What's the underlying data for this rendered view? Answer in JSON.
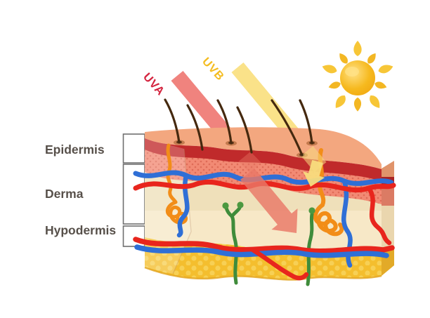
{
  "diagram": {
    "rays": [
      {
        "label": "UVA",
        "text_color": "#D4233E",
        "beam_color": "#F0837E"
      },
      {
        "label": "UVB",
        "text_color": "#F4BC1F",
        "beam_color": "#FAE289"
      }
    ],
    "layers": [
      {
        "label": "Epidermis"
      },
      {
        "label": "Derma"
      },
      {
        "label": "Hypodermis"
      }
    ],
    "label_color": "#57504A",
    "sun": {
      "icon": "sun-icon",
      "core_color": "#F6B91E",
      "ray_color": "#F7C637"
    },
    "anatomy_colors": {
      "skin_surface": "#F3A77F",
      "epidermis_band": "#C02A2B",
      "epidermis_stipple": "#F28A74",
      "derma": "#F7E8C7",
      "hypodermis": "#F4BE2E",
      "vessel_red": "#E8251D",
      "vessel_blue": "#2F6FD6",
      "nerve_green": "#3F8C3B",
      "gland_orange": "#F28D18",
      "hair_brown": "#45290F"
    }
  }
}
